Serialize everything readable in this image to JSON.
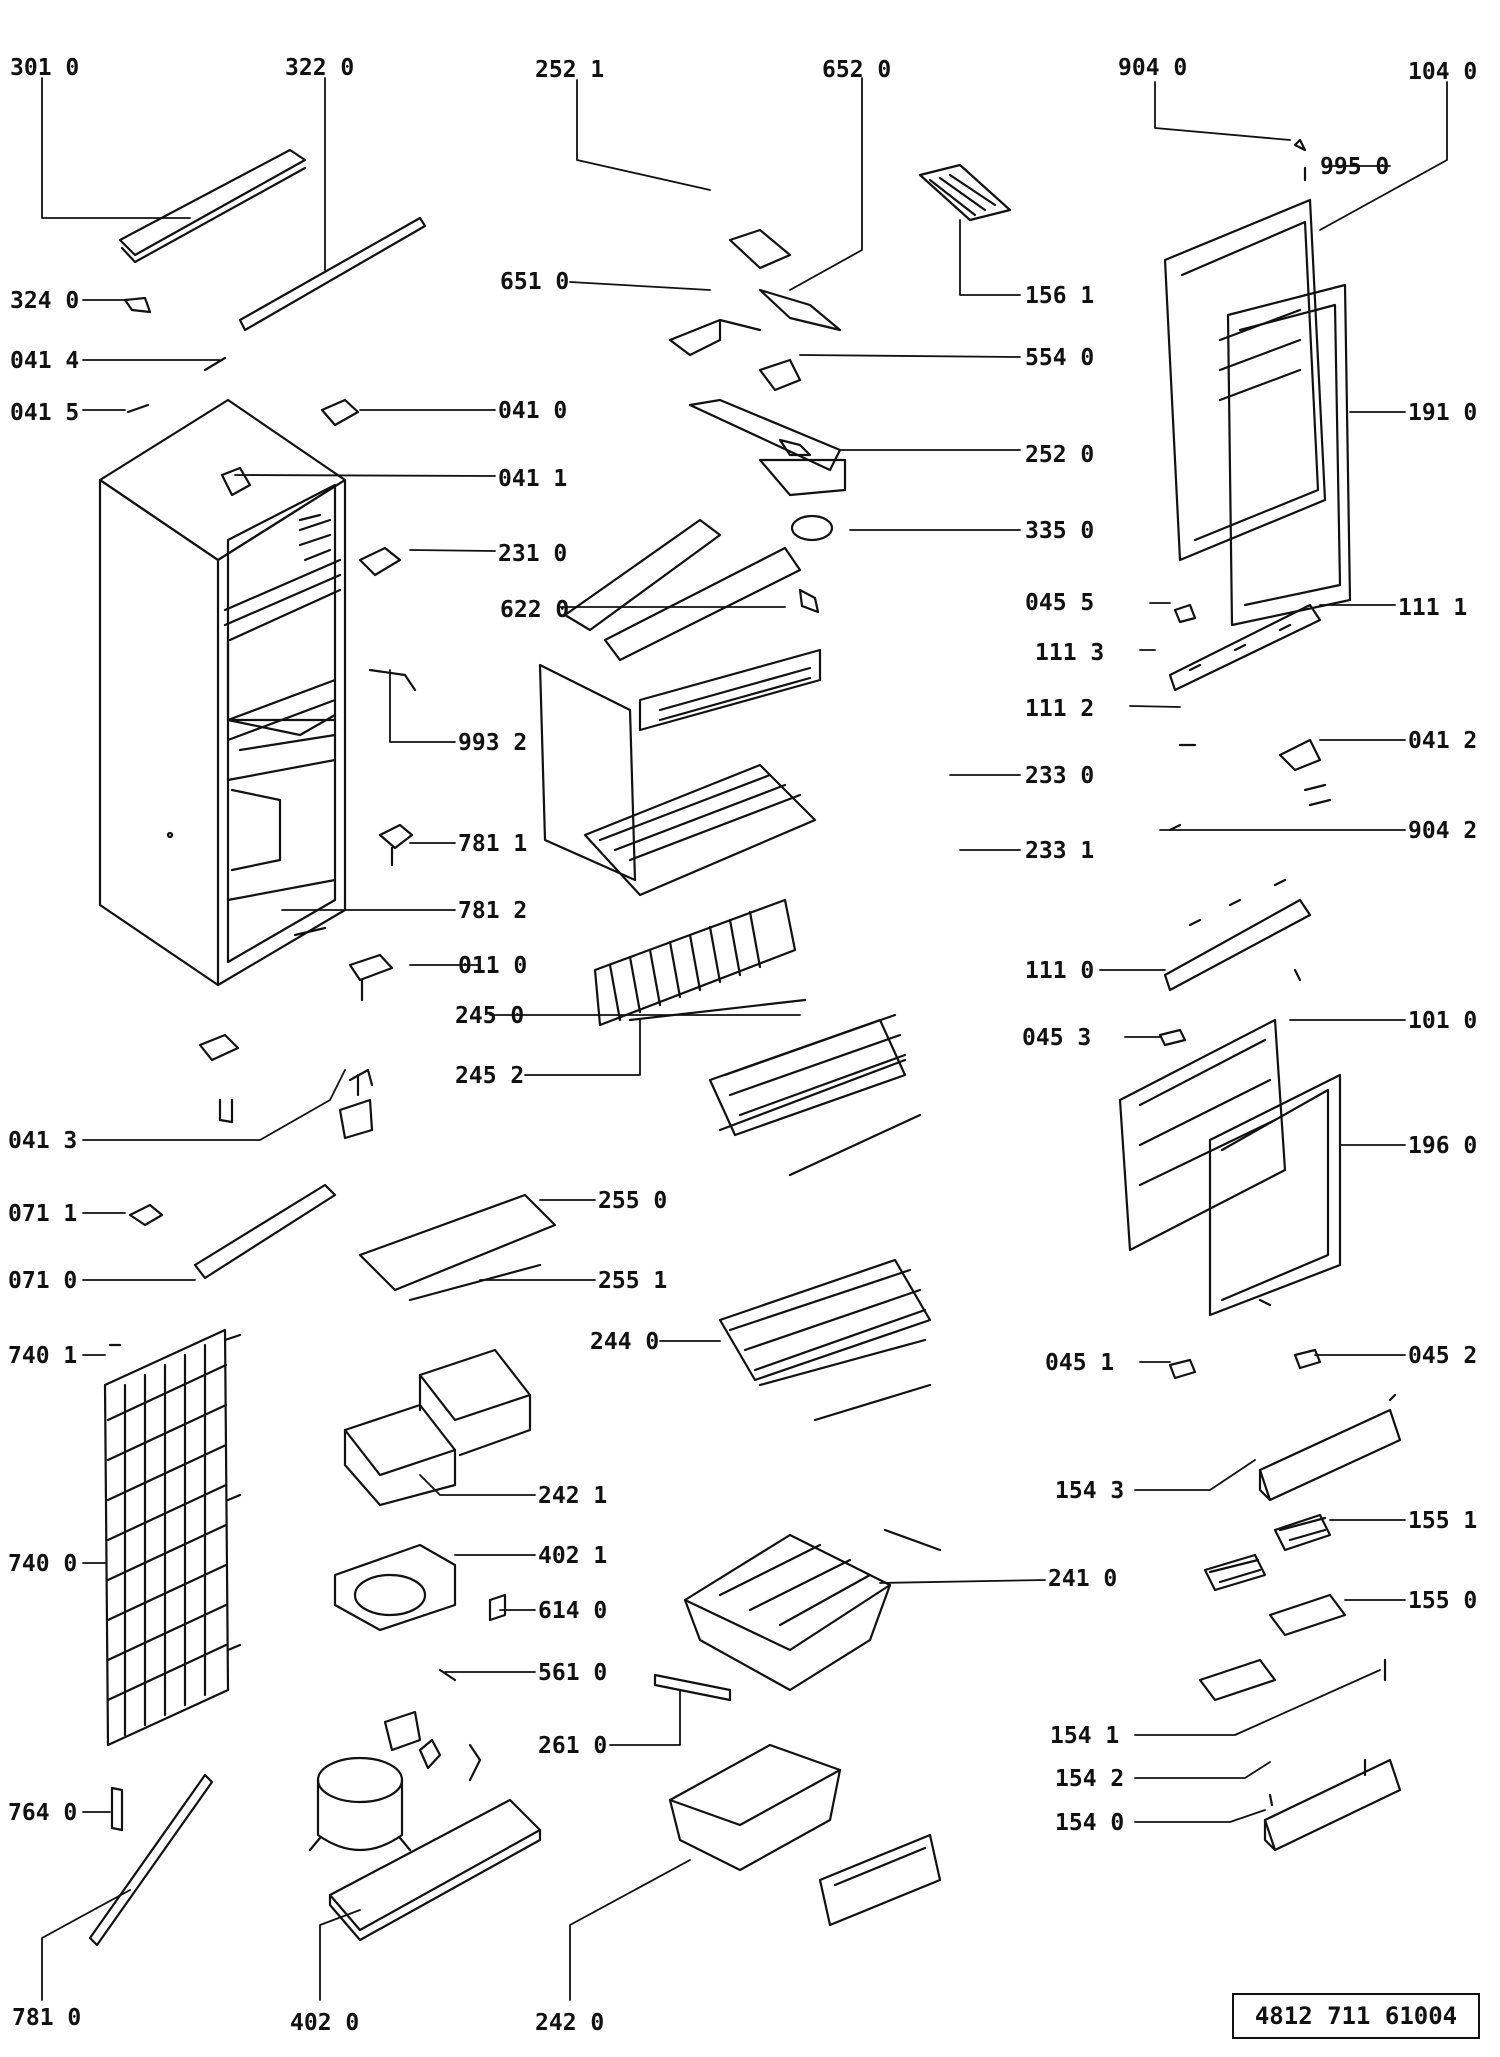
{
  "catalog_number": "4812  711  61004",
  "part_labels": [
    "301 0",
    "322 0",
    "252 1",
    "652 0",
    "904 0",
    "104 0",
    "995 0",
    "156 1",
    "324 0",
    "651 0",
    "554 0",
    "041 4",
    "041 5",
    "041 0",
    "191 0",
    "252 0",
    "041 1",
    "231 0",
    "335 0",
    "622 0",
    "045 5",
    "111 1",
    "111 3",
    "111 2",
    "993 2",
    "041 2",
    "233 0",
    "904 2",
    "781 1",
    "233 1",
    "781 2",
    "011 0",
    "111 0",
    "245 0",
    "045 3",
    "101 0",
    "245 2",
    "041 3",
    "196 0",
    "255 0",
    "071 1",
    "071 0",
    "255 1",
    "740 1",
    "244 0",
    "045 1",
    "045 2",
    "242 1",
    "154 3",
    "155 1",
    "402 1",
    "740 0",
    "241 0",
    "614 0",
    "155 0",
    "561 0",
    "154 1",
    "261 0",
    "154 2",
    "764 0",
    "154 0",
    "781 0",
    "402 0",
    "242 0"
  ]
}
